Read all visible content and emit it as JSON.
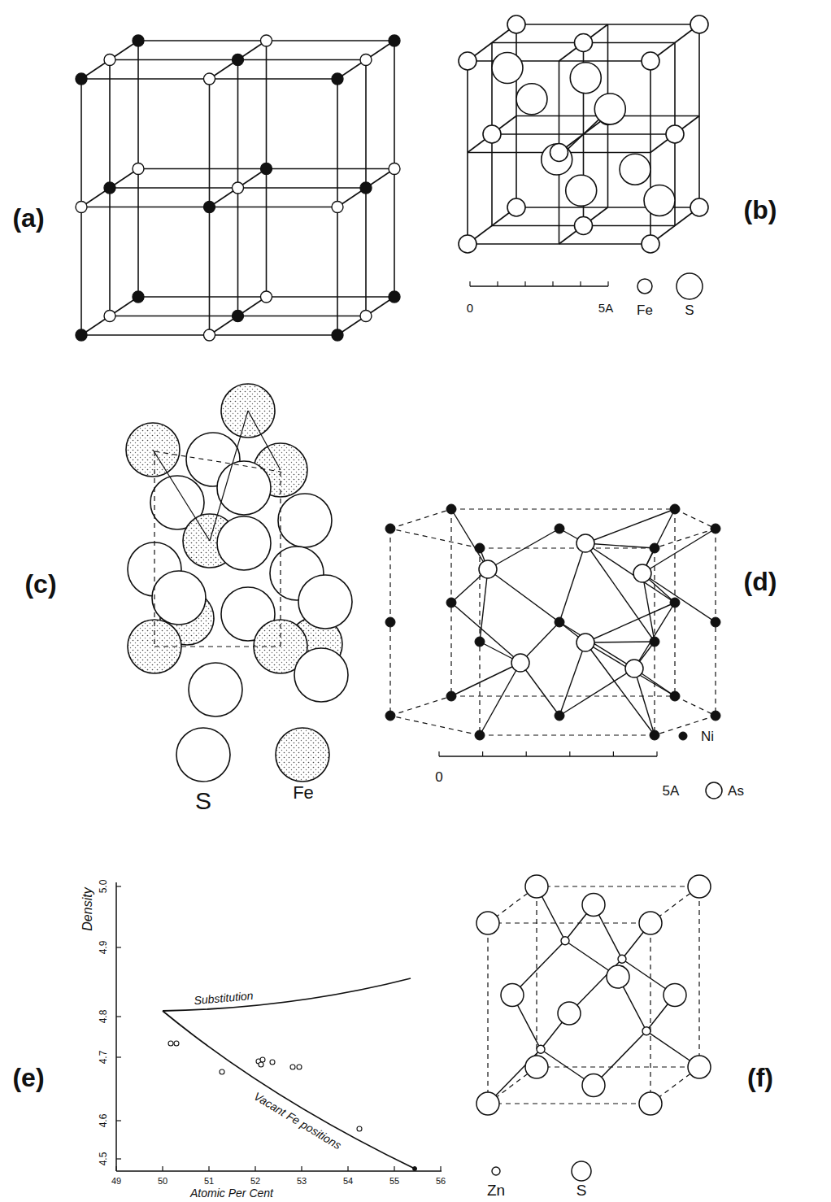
{
  "diagram": {
    "labels": [
      "(a)",
      "(b)",
      "0",
      "5A",
      "(c)",
      "(d)",
      "0",
      "5A",
      "(e)",
      "Density",
      "5.0",
      "4.9",
      "4.8",
      "4.7",
      "4.6",
      "4.5",
      "49",
      "50",
      "51",
      "52",
      "53",
      "54",
      "55",
      "56",
      "Substitution",
      "Vacant Fe positions",
      "Atomic Per Cent",
      "(f)"
    ],
    "legend": [
      {
        "text": "Fe"
      },
      {
        "text": "S"
      },
      {
        "text": "S"
      },
      {
        "text": "Fe"
      },
      {
        "text": "Ni"
      },
      {
        "text": "As"
      },
      {
        "text": "Zn"
      },
      {
        "text": "S"
      }
    ]
  }
}
